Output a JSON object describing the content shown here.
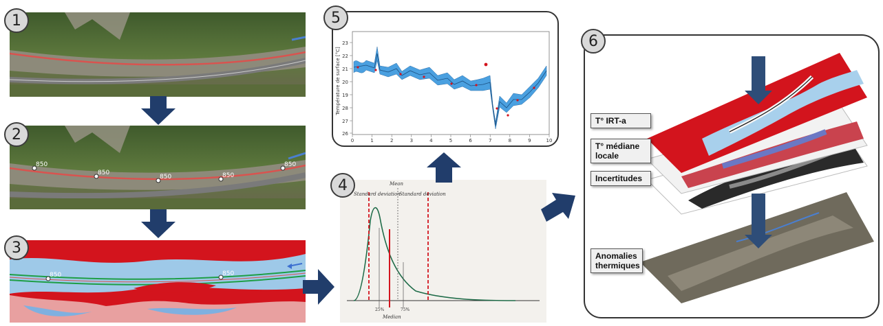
{
  "steps": {
    "s1": "1",
    "s2": "2",
    "s3": "3",
    "s4": "4",
    "s5": "5",
    "s6": "6"
  },
  "panel2": {
    "markers": [
      "850",
      "850",
      "850",
      "850",
      "850"
    ]
  },
  "panel3": {
    "markers": [
      "850",
      "850"
    ]
  },
  "panel4": {
    "mean": "Mean",
    "median": "Median",
    "sd_left": "Standard deviation",
    "sd_right": "Standard deviation",
    "tick_left": "25%",
    "tick_right": "75%"
  },
  "panel5": {
    "ylabel": "Température de surface [°C]",
    "yticks": [
      "26",
      "27",
      "28",
      "19",
      "20",
      "21",
      "22",
      "23"
    ],
    "xticks": [
      "0",
      "1",
      "2",
      "3",
      "4",
      "5",
      "6",
      "7",
      "8",
      "9",
      "10"
    ]
  },
  "panel6": {
    "label_irt": "T° IRT-a",
    "label_median": "T° médiane locale",
    "label_uncert": "Incertitudes",
    "label_anom": "Anomalies thermiques"
  },
  "colors": {
    "arrow": "#213d6b",
    "river_line": "#d9534f",
    "thermal_red": "#d3141d",
    "thermal_blue": "#9ec9e8",
    "plot_blue": "#4aa0e0"
  }
}
